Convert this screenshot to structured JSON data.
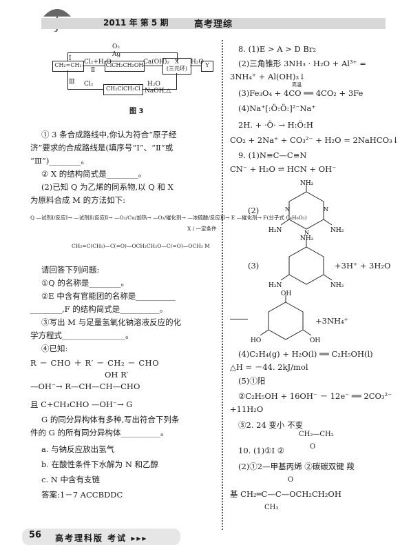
{
  "header": {
    "year_issue": "2011 年  第 5 期",
    "magazine": "高考理综"
  },
  "figure": {
    "label": "图 3",
    "route_I": "Ⅰ",
    "route_II": "Ⅱ",
    "route_III": "Ⅲ",
    "o2": "O₂",
    "ag": "Ag",
    "ch2ch2": "CH₂=CH₂",
    "cl2h2o": "Cl₂+H₂O",
    "clch2ch2oh": "ClCH₂CH₂OH",
    "caoh2": "Ca(OH)₂",
    "x_box": "X",
    "x_sub": "(三元环)",
    "h2o_top": "H₂O",
    "y_box": "Y",
    "cl2": "Cl₂",
    "ch2clch2cl": "CH₂ClCH₂Cl",
    "h2o_bottom": "H₂O",
    "naoh": "NaOH,△"
  },
  "left": {
    "q1": "① 3 条合成路线中,你认为符合“原子经",
    "q1b": "济”要求的合成路线是(填序号“Ⅰ”、“Ⅱ”或",
    "q1c": "“Ⅲ”)________。",
    "q2": "② X 的结构简式是________。",
    "q3": "(2)已知 Q 为乙烯的同系物,以 Q 和 X",
    "q3b": "为原料合成 M 的方法如下:",
    "scheme1": "Q —试剂Ⅰ/反应Ⅰ→ —试剂Ⅱ/反应Ⅱ→ —O₂/Cu/加热→ —O₂/催化剂→ —浓硫酸/反应Ⅲ→ E —催化剂→ F(分子式 C₄H₆O₂)",
    "scheme2": "CH₂=C(CH₃)—C(=O)—OCH₂CH₂O—C(=O)—OCH₃  M",
    "scheme_cond": "X / 一定条件",
    "ask": "请回答下列问题:",
    "a1": "①Q 的名称是________。",
    "a2": "②E 中含有官能团的名称是__________",
    "a2b": "________,F 的结构简式是__________。",
    "a3": "③写出 M 与足量氢氧化钠溶液反应的化",
    "a3b": "学方程式________________。",
    "a4": "④已知:",
    "rxn1": "R － CHO ＋ R′ － CH₂ － CHO",
    "rxn2_top": "OH   R′",
    "rxn2": "—OH⁻→ R—CH—CH—CHO",
    "rxn3": "且  C+CH₃CHO —OH⁻→ G",
    "g1": "G 的同分异构体有多种,写出符合下列条",
    "g2": "件的 G 的所有同分异构体__________。",
    "c_a": "a. 与钠反应放出氢气",
    "c_b": "b. 在酸性条件下水解为 N 和乙醇",
    "c_c": "c. N 中含有支链",
    "answer": "答案:1－7  ACCBDDC"
  },
  "right": {
    "r1": "8. (1)E > A > D   Br₂",
    "r2": "(2)三角锥形   3NH₃ · H₂O + Al³⁺ =",
    "r3": "3NH₄⁺ + Al(OH)₃↓",
    "r4": "(3)Fe₃O₄ + 4CO ══ 4CO₂ + 3Fe",
    "r4_cond": "高温",
    "r5": "(4)Na⁺[:Ö:Ö:]²⁻Na⁺",
    "r6": "2H. + ·Ö· → H:Ö:H",
    "r7": "CO₂ + 2Na⁺ + CO₃²⁻ + H₂O = 2NaHCO₃↓",
    "r8": "9. (1)N≡C—C≡N",
    "r9": "CN⁻ + H₂O ⇌ HCN + OH⁻",
    "nh2": "NH₂",
    "h2n": "H₂N",
    "n": "N",
    "oh": "OH",
    "ho": "HO",
    "s2": "(2)",
    "s3": "(3)",
    "plus3": "+3H⁺ + 3H₂O",
    "plus4": "+3NH₄⁺",
    "r10": "(4)C₂H₄(g) + H₂O(l) ══ C₂H₅OH(l)",
    "r11": "△H = －44. 2kJ/mol",
    "r12": "(5)①阳",
    "r13": "②C₂H₅OH + 16OH⁻ － 12e⁻ ══ 2CO₃²⁻",
    "r14": "+11H₂O",
    "r15": "③2. 24   变小   不变",
    "r16": "10. (1)①I   ②",
    "epox_top": "CH₂—CH₂",
    "epox_o": "O",
    "r17": "(2)①2—甲基丙烯   ②碳碳双键   羧",
    "r18": "基 CH₂═C—C—OCH₂CH₂OH",
    "r18b": "CH₃",
    "r18c": "O"
  },
  "footer": {
    "page": "56",
    "title": "高考理科版 考试 ▸▸▸"
  }
}
